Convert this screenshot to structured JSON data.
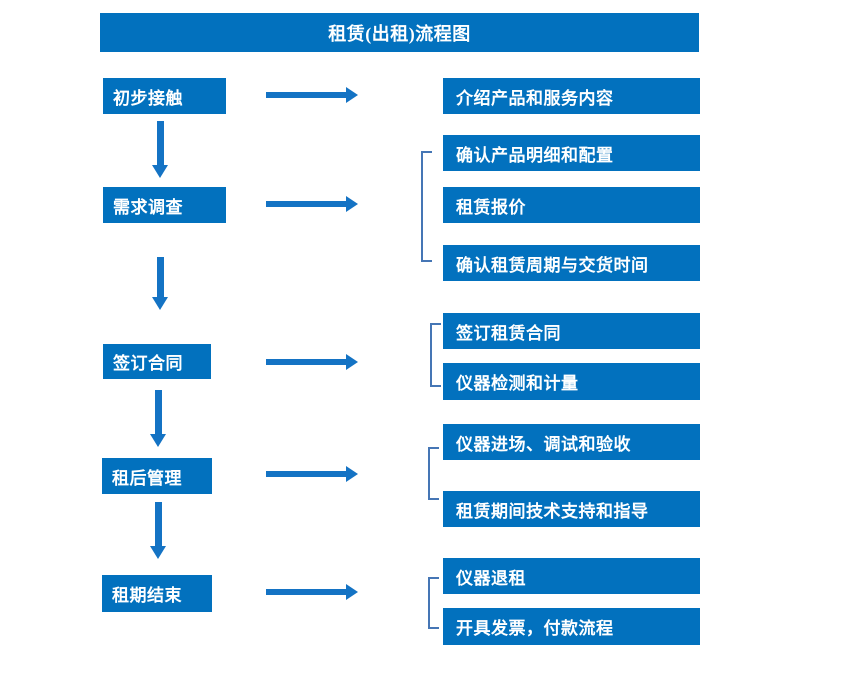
{
  "title": "租赁(出租)流程图",
  "colors": {
    "box_blue": "#0271BE",
    "arrow_blue": "#1473C4",
    "bracket_blue": "#4576B5",
    "text_white": "#FFFFFF"
  },
  "stages": [
    {
      "label": "初步接触",
      "outputs": [
        "介绍产品和服务内容"
      ]
    },
    {
      "label": "需求调查",
      "outputs": [
        "确认产品明细和配置",
        "租赁报价",
        "确认租赁周期与交货时间"
      ]
    },
    {
      "label": "签订合同",
      "outputs": [
        "签订租赁合同",
        "仪器检测和计量"
      ]
    },
    {
      "label": "租后管理",
      "outputs": [
        "仪器进场、调试和验收",
        "租赁期间技术支持和指导"
      ]
    },
    {
      "label": "租期结束",
      "outputs": [
        "仪器退租",
        "开具发票，付款流程"
      ]
    }
  ]
}
